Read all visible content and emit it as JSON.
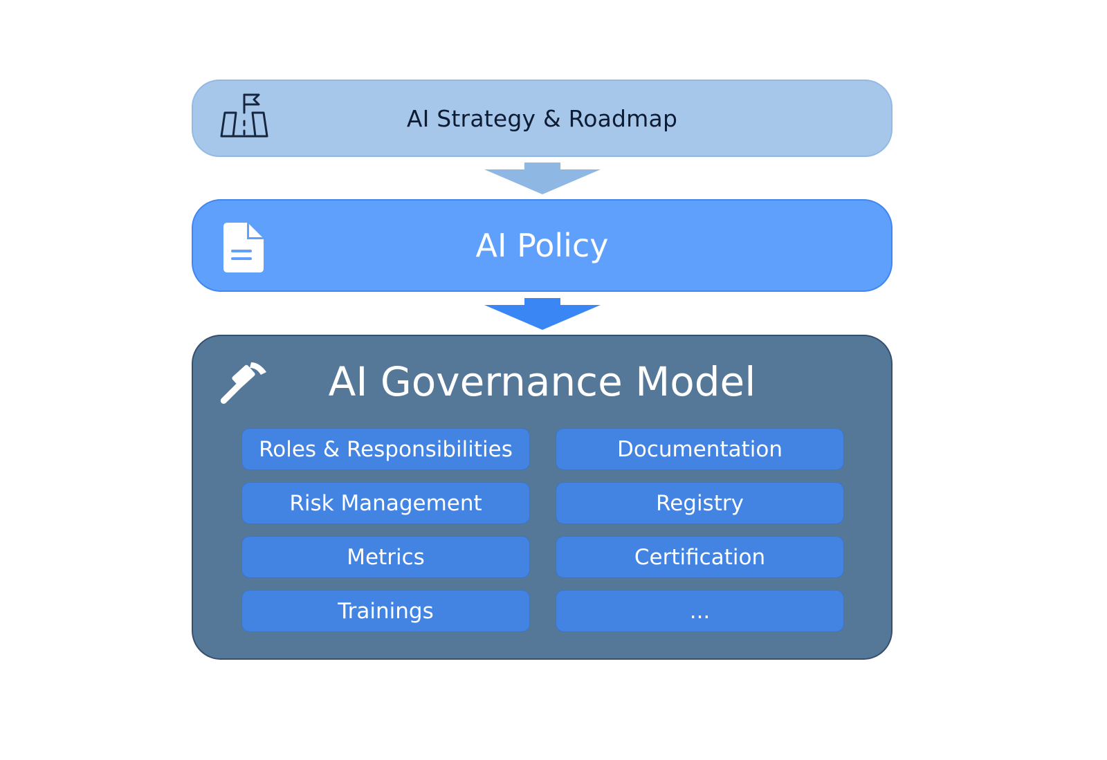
{
  "layers": {
    "strategy": {
      "title": "AI Strategy & Roadmap",
      "icon": "roadmap-flag-icon"
    },
    "policy": {
      "title": "AI Policy",
      "icon": "document-icon"
    },
    "governance": {
      "title": "AI Governance Model",
      "icon": "hammer-icon",
      "items": [
        "Roles & Responsibilities",
        "Documentation",
        "Risk Management",
        "Registry",
        "Metrics",
        "Certification",
        "Trainings",
        "..."
      ]
    }
  },
  "colors": {
    "strategy_fill": "#a6c7e9",
    "policy_fill": "#5fa0fc",
    "governance_fill": "#557899",
    "item_fill": "#4384e3",
    "arrow_light": "#8fb7e3",
    "arrow_dark": "#3b86f5"
  }
}
